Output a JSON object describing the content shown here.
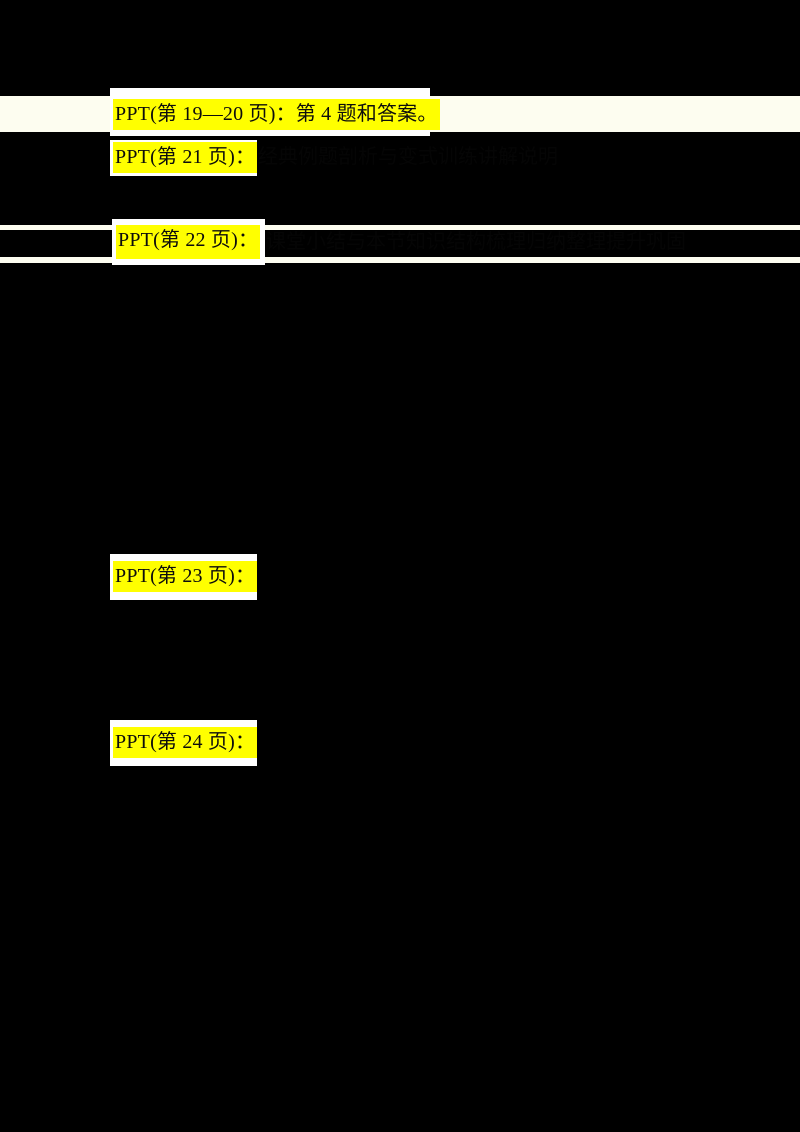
{
  "document": {
    "page_background": "#000000",
    "highlight_color": "#ffff00",
    "text_color": "#0d0d0d",
    "halo_color": "#ffffff",
    "band_color": "#fdfdf0"
  },
  "lines": [
    {
      "id": "ppt-19-20",
      "highlight": "PPT(第 19—20 页)：第 4 题和答案。",
      "trailing": ""
    },
    {
      "id": "ppt-21",
      "highlight": "PPT(第 21 页)：",
      "trailing": "经典例题剖析与变式训练讲解说明"
    },
    {
      "id": "ppt-22",
      "highlight": "PPT(第 22 页)：",
      "trailing": "课堂小结与本节知识结构梳理归纳整理提升巩固"
    },
    {
      "id": "ppt-23",
      "highlight": "PPT(第 23 页)：",
      "trailing": ""
    },
    {
      "id": "ppt-24",
      "highlight": "PPT(第 24 页)：",
      "trailing": ""
    }
  ]
}
